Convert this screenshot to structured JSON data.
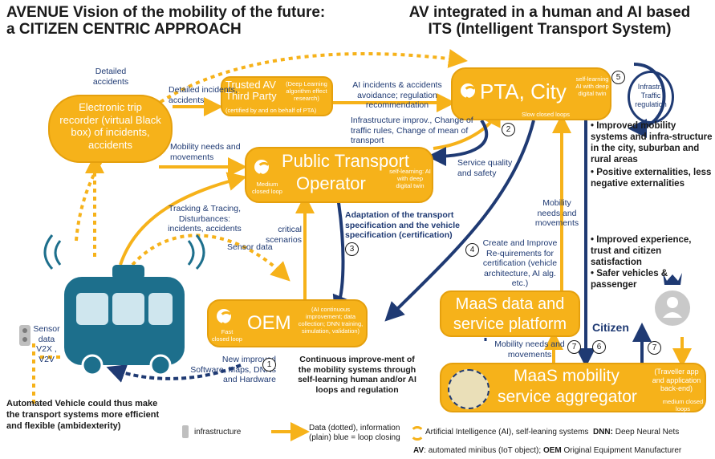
{
  "titles": {
    "left_line1": "AVENUE Vision of the mobility of the future:",
    "left_line2": "a CITIZEN CENTRIC APPROACH",
    "right_line1": "AV integrated in a human and AI based",
    "right_line2": "ITS (Intelligent Transport System)"
  },
  "boxes": {
    "pta": {
      "title": "PTA, City",
      "note_right": "self-learning AI with deep digital twin",
      "note_bottom": "Slow closed loops"
    },
    "trusted": {
      "title_l1": "Trusted AV",
      "title_l2": "Third Party",
      "note_paren": "(Deep Learning algorithm effect research)",
      "note_bottom": "(certified by and on behalf of PTA)"
    },
    "recorder": {
      "l1": "Electronic trip",
      "l2": "recorder (virtual Black",
      "l3": "box) of incidents,",
      "l4": "accidents"
    },
    "pto": {
      "l1": "Public Transport",
      "l2": "Operator",
      "note_left": "Medium closed loop",
      "note_right": "self-learning: AI with deep digital twin"
    },
    "oem": {
      "title": "OEM",
      "note_left": "Fast closed loop",
      "note_right": "(AI continuous improvement; data collection; DNN training, simulation, validation)"
    },
    "maas_platform": {
      "l1": "MaaS data and",
      "l2": "service platform"
    },
    "maas_agg": {
      "l1": "MaaS mobility",
      "l2": "service aggregator",
      "note_right": "(Traveller app and application back-end)",
      "note_bottom": "medium closed loops"
    },
    "infra": {
      "l1": "Infrastr.,",
      "l2": "Traffic",
      "l3": "regulation"
    }
  },
  "labels": {
    "detailed_accidents": "Detailed accidents",
    "detailed_incidents": "Detailed incidents, accidents",
    "ai_incidents": "AI incidents & accidents avoidance; regulation recommendation",
    "infra_improv": "Infrastructure improv., Change of traffic rules, Change of mean of transport",
    "mobility_needs": "Mobility needs and movements",
    "service_quality": "Service quality and safety",
    "tracking": "Tracking & Tracing, Disturbances: incidents, accidents",
    "critical": "critical scenarios",
    "adaptation": "Adaptation of the transport specification and the vehicle specification (certification)",
    "sensor_data": "Sensor data",
    "create_improve": "Create and Improve Re-quirements for certification (vehicle architecture, AI alg. etc.)",
    "mobility_needs_right": "Mobility needs and movements",
    "mobility_needs_bottom": "Mobility needs and movements",
    "new_improved": "New improved Software, Maps, DNNs and Hardware",
    "continuous": "Continuous improve-ment of the mobility systems through self-learning human and/or AI loops and regulation",
    "sensor_v2x": "Sensor data V2X , V2V",
    "citizen": "Citizen"
  },
  "numbers": [
    "1",
    "2",
    "3",
    "4",
    "5",
    "6",
    "7",
    "7"
  ],
  "bullets_top": [
    "Improved mobility systems and infra-structure in the city, suburban and rural areas",
    "Positive externalities, less negative externalities"
  ],
  "bullets_mid": [
    "Improved experience, trust and citizen satisfaction",
    "Safer vehicles & passenger"
  ],
  "footer": {
    "av_note": "Automated Vehicle could thus make the transport systems more efficient and flexible (ambidexterity)",
    "legend_infra": "infrastructure",
    "legend_data": "Data (dotted), information (plain) blue = loop closing",
    "legend_ai": "Artificial Intelligence (AI), self-leaning systems",
    "legend_dnn_key": "DNN:",
    "legend_dnn": "Deep Neural Nets",
    "av_key": "AV",
    "av_def": ": automated minibus (IoT object);",
    "oem_key": "OEM",
    "oem_def": "Original Equipment Manufacturer"
  },
  "colors": {
    "orange": "#f6b21a",
    "navy": "#1f3a73",
    "teal": "#1d6f8c"
  }
}
